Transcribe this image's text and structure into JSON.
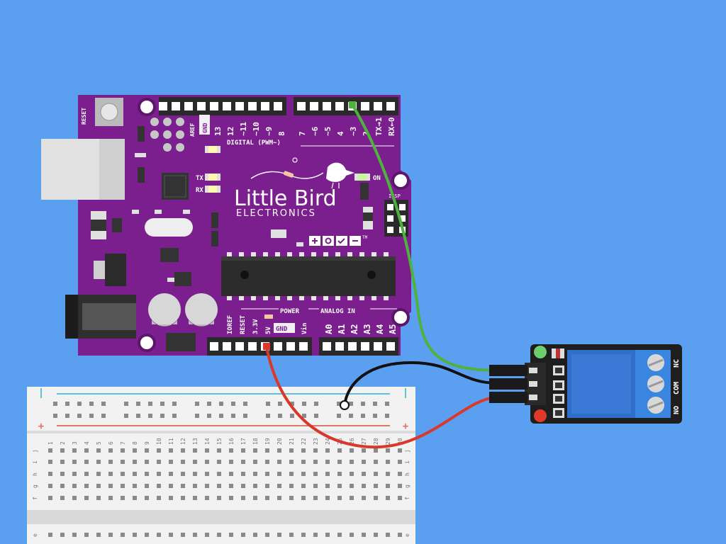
{
  "colors": {
    "background": "#5b9ff0",
    "board": "#7b1f8e",
    "board_dark": "#5c156b",
    "relay_body": "#2f6fc9",
    "relay_terminal": "#3a86de",
    "wire_green": "#4db33d",
    "wire_black": "#111111",
    "wire_red": "#d9382b",
    "breadboard": "#f0f0f0",
    "rail_blue": "#5fc2d9",
    "rail_red": "#e0776c"
  },
  "board": {
    "reset_label": "RESET",
    "aref_label": "AREF",
    "gnd_label": "GND",
    "digital_label": "DIGITAL (PWM~)",
    "tx_label": "TX",
    "rx_label": "RX",
    "on_label": "ON",
    "icsp_label": "ICSP",
    "brand_line1": "Little Bird",
    "brand_line2": "ELECTRONICS",
    "tm_label": "TM",
    "power_label": "POWER",
    "analog_label": "ANALOG IN",
    "digital_pins": [
      "13",
      "12",
      "~11",
      "~10",
      "~9",
      "8",
      "7",
      "~6",
      "~5",
      "4",
      "~3",
      "2",
      "TX→1",
      "RX←0"
    ],
    "power_pins": [
      "IOREF",
      "RESET",
      "3.3V",
      "5V",
      "GND",
      "Vin"
    ],
    "analog_pins": [
      "A0",
      "A1",
      "A2",
      "A3",
      "A4",
      "A5"
    ]
  },
  "relay": {
    "terminal_labels": [
      "NO",
      "COM",
      "NC"
    ]
  },
  "breadboard": {
    "plus_label": "+",
    "row_letters_top": [
      "j",
      "i",
      "h",
      "g",
      "f"
    ],
    "row_letter_bottom": "e",
    "columns": [
      "1",
      "2",
      "3",
      "4",
      "5",
      "6",
      "7",
      "8",
      "9",
      "10",
      "11",
      "12",
      "13",
      "14",
      "15",
      "16",
      "17",
      "18",
      "19",
      "20",
      "21",
      "22",
      "23",
      "24",
      "25",
      "26",
      "27",
      "28",
      "29",
      "30"
    ]
  }
}
